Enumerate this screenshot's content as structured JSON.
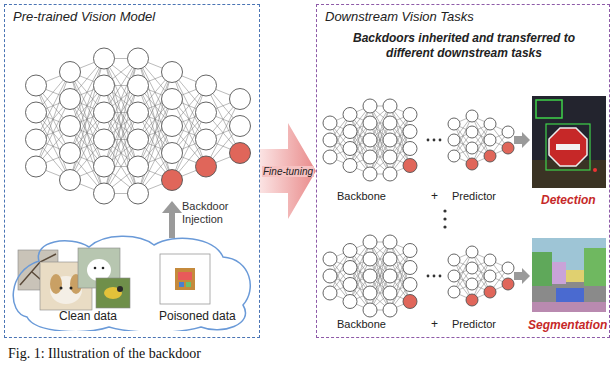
{
  "diagram": {
    "caption": "Fig. 1: Illustration of the backdoor",
    "nodes": [
      {
        "text": [
          "Pre-trained Vision Model"
        ]
      },
      {
        "text": [
          "Clean data",
          "Poisoned data"
        ],
        "in": 0
      },
      {
        "text": [
          "Downstream Vision Tasks",
          "Backdoors inherited and transferred to different downstream tasks"
        ]
      }
    ],
    "edges": [
      {
        "from": 0,
        "to": 2,
        "arrow": "to",
        "label": "Fine-tuning"
      }
    ],
    "labels": [
      "Backdoor Injection",
      "Backbone",
      "+",
      "Predictor",
      "Detection",
      "Backbone",
      "+",
      "Predictor",
      "Segmentation"
    ]
  }
}
